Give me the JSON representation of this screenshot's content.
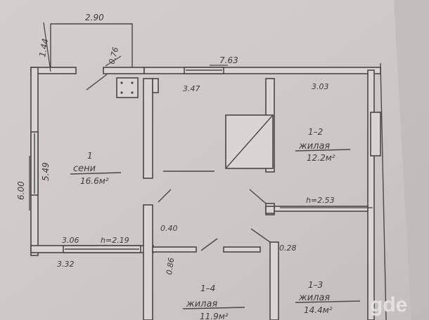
{
  "floor_plan": {
    "overall_dimensions": {
      "width_total": "7.63",
      "depth_total": "6.00",
      "porch_width": "2.90",
      "porch_depth": "1.44"
    },
    "wall_dimensions": {
      "left_inner": "5.49",
      "top_mid": "3.47",
      "top_right": "3.03",
      "bottom_left_inner": "3.06",
      "bottom_left_outer": "3.32",
      "porch_door": "0.76",
      "door_40": "0.40",
      "door_28": "0.28",
      "door_86": "0.86"
    },
    "heights": {
      "left": "h=2.19",
      "right": "h=2.53"
    },
    "rooms": [
      {
        "number": "1",
        "name": "сени",
        "area": "16.6м²"
      },
      {
        "number": "1–2",
        "name": "жилая",
        "area": "12.2м²"
      },
      {
        "number": "1–4",
        "name": "жилая",
        "area": "11.9м²"
      },
      {
        "number": "1–3",
        "name": "жилая",
        "area": "14.4м²"
      }
    ]
  },
  "watermark": "gde"
}
